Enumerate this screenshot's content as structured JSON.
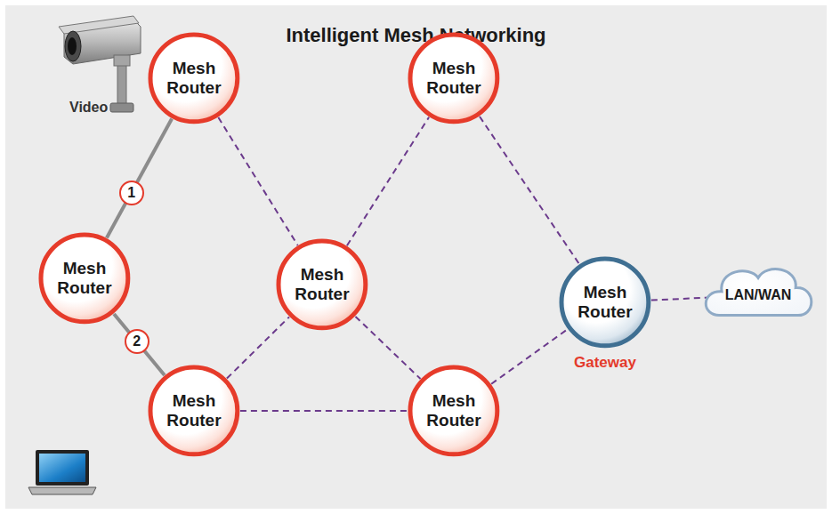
{
  "diagram": {
    "title": "Intelligent Mesh Networking",
    "nodes": [
      {
        "text": [
          "Mesh Router"
        ]
      },
      {
        "text": [
          "Mesh Router"
        ]
      },
      {
        "text": [
          "Mesh Router"
        ]
      },
      {
        "text": [
          "Mesh Router"
        ]
      },
      {
        "text": [
          "Mesh Router",
          "Gateway"
        ]
      },
      {
        "text": [
          "LAN/WAN"
        ]
      },
      {
        "text": [
          "Mesh Router"
        ]
      },
      {
        "text": [
          "Mesh Router"
        ]
      }
    ],
    "edges": [
      {
        "from": 0,
        "to": 2,
        "label": "1",
        "arrow": "none"
      },
      {
        "from": 2,
        "to": 6,
        "label": "2",
        "arrow": "none"
      },
      {
        "from": 0,
        "to": 3,
        "arrow": "none"
      },
      {
        "from": 3,
        "to": 1,
        "arrow": "none"
      },
      {
        "from": 1,
        "to": 4,
        "arrow": "none"
      },
      {
        "from": 3,
        "to": 7,
        "arrow": "none"
      },
      {
        "from": 6,
        "to": 3,
        "arrow": "none"
      },
      {
        "from": 6,
        "to": 7,
        "arrow": "none"
      },
      {
        "from": 7,
        "to": 4,
        "arrow": "none"
      },
      {
        "from": 4,
        "to": 5,
        "arrow": "none"
      }
    ],
    "labels": [
      "Video"
    ]
  }
}
